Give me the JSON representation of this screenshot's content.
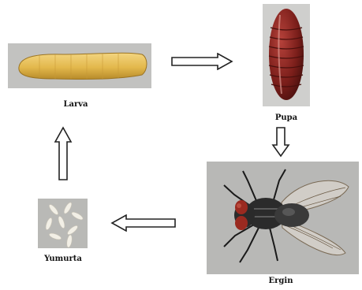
{
  "diagram": {
    "stages": {
      "larva": {
        "label": "Larva",
        "image": "larva-photo"
      },
      "pupa": {
        "label": "Pupa",
        "image": "pupa-photo"
      },
      "adult": {
        "label": "Ergin",
        "image": "housefly-photo"
      },
      "egg": {
        "label": "Yumurta",
        "image": "eggs-photo"
      }
    },
    "arrows": [
      "larva-to-pupa-arrow",
      "pupa-to-adult-arrow",
      "adult-to-egg-arrow",
      "egg-to-larva-arrow"
    ],
    "colors": {
      "larva": "#e8c15a",
      "pupa": "#7a1e1a",
      "photo_bg": "#bdbdbb",
      "arrow_fill": "#ffffff",
      "arrow_stroke": "#222222"
    }
  }
}
